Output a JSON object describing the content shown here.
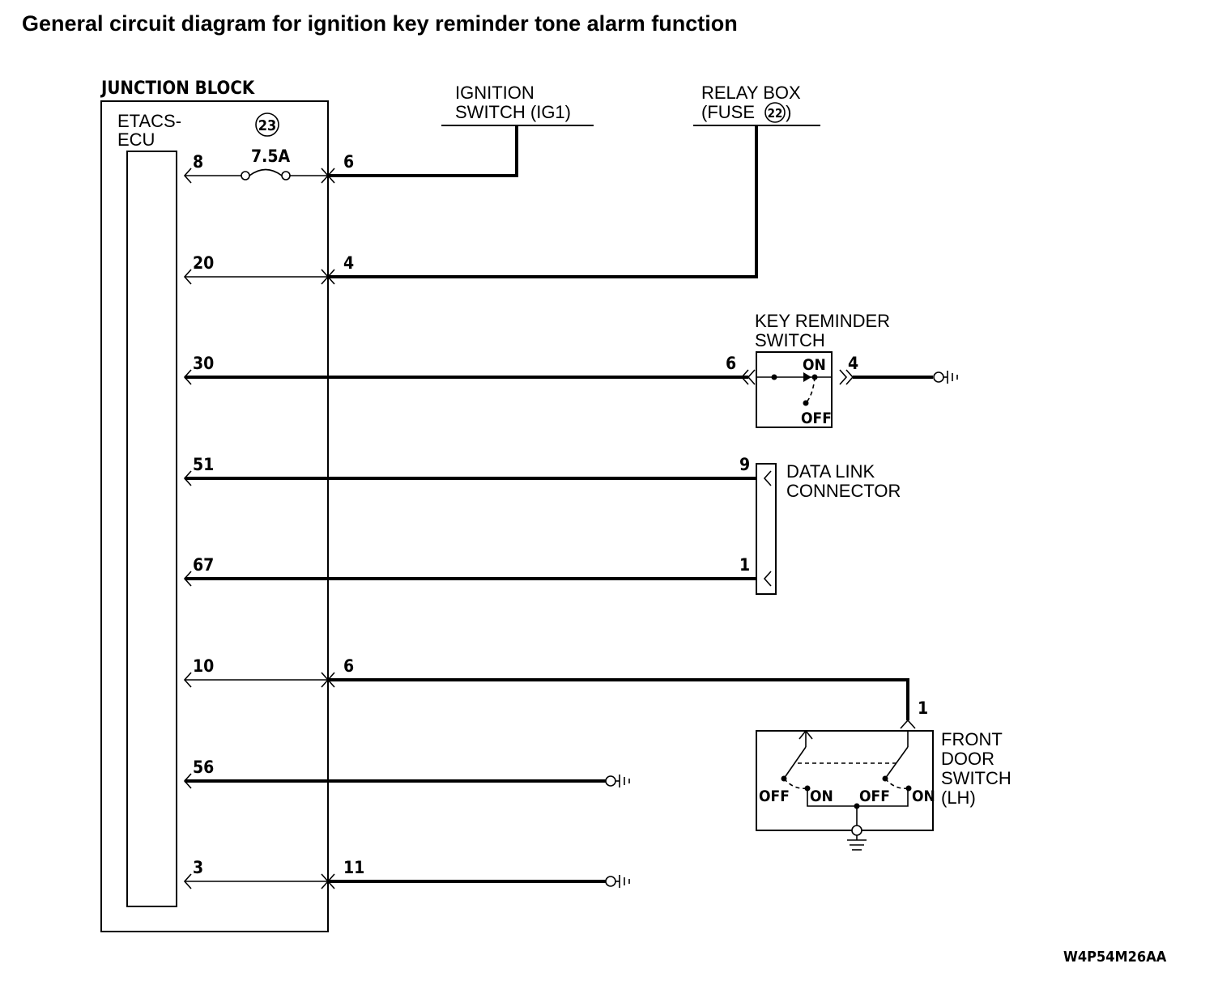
{
  "title": "General circuit diagram for ignition key reminder tone alarm function",
  "junction_block": {
    "label": "JUNCTION BLOCK",
    "ecu_label_line1": "ETACS-",
    "ecu_label_line2": "ECU",
    "fuse_number": "23",
    "fuse_rating": "7.5A"
  },
  "ecu_pins": [
    "8",
    "20",
    "30",
    "51",
    "67",
    "10",
    "56",
    "3"
  ],
  "junction_pins": [
    "6",
    "4",
    "6",
    "11"
  ],
  "ignition_switch": {
    "line1": "IGNITION",
    "line2": "SWITCH (IG1)"
  },
  "relay_box": {
    "line1": "RELAY BOX",
    "line2_prefix": "(FUSE ",
    "fuse_number": "22",
    "line2_suffix": ")"
  },
  "key_reminder_switch": {
    "line1": "KEY REMINDER",
    "line2": "SWITCH",
    "pin_left": "6",
    "pin_right": "4",
    "on_label": "ON",
    "off_label": "OFF"
  },
  "data_link_connector": {
    "line1": "DATA LINK",
    "line2": "CONNECTOR",
    "pin_top": "9",
    "pin_bottom": "1"
  },
  "front_door_switch": {
    "line1": "FRONT",
    "line2": "DOOR",
    "line3": "SWITCH",
    "line4": "(LH)",
    "pin": "1",
    "off_label_1": "OFF",
    "on_label_1": "ON",
    "off_label_2": "OFF",
    "on_label_2": "ON"
  },
  "diagram_code": "W4P54M26AA"
}
